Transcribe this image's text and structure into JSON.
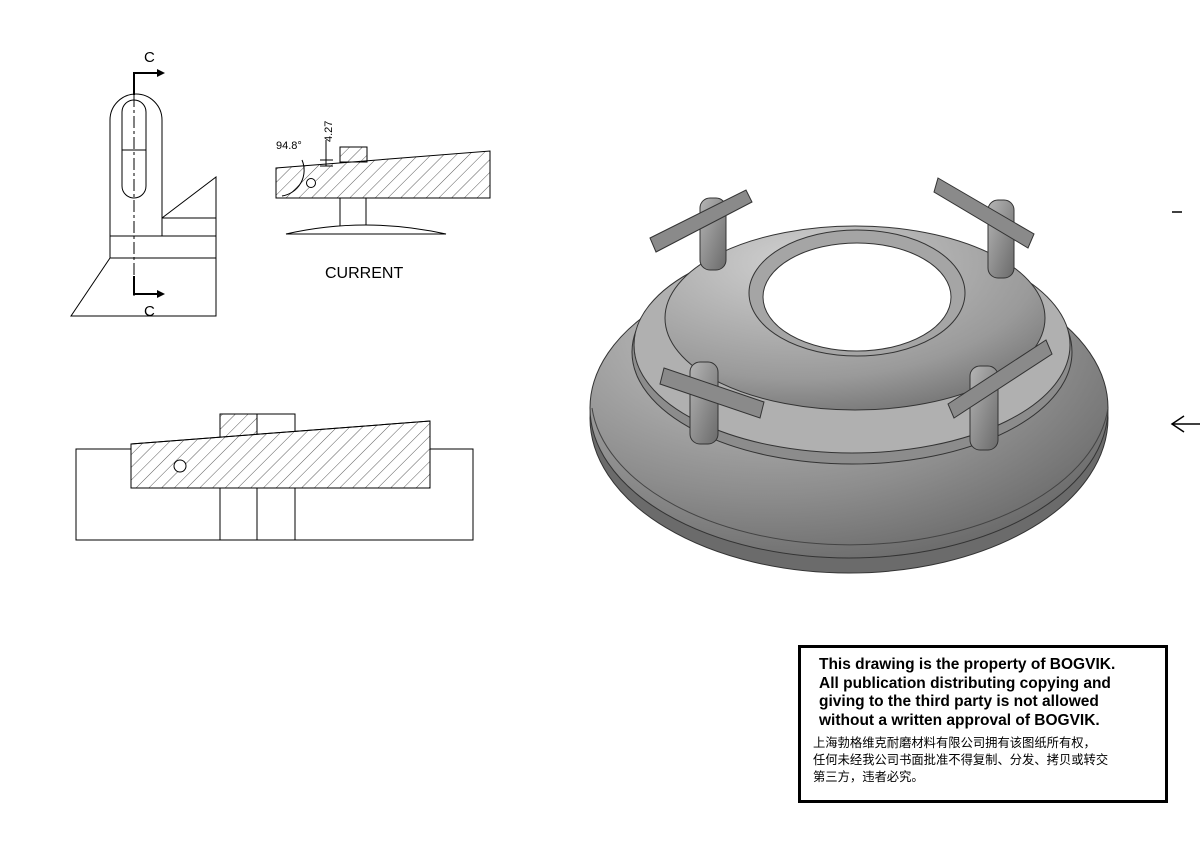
{
  "section": {
    "marker_top": "C",
    "marker_bottom": "C"
  },
  "current_view": {
    "label": "CURRENT",
    "angle_label": "94.8°",
    "dimension_label": "4.27"
  },
  "notice": {
    "english_lines": [
      "This drawing is the property of BOGVIK.",
      "All publication distributing copying and",
      "giving to the third party is not allowed",
      "without a written approval of BOGVIK."
    ],
    "chinese_lines": [
      "上海勃格维克耐磨材料有限公司拥有该图纸所有权，",
      "任何未经我公司书面批准不得复制、分发、拷贝或转交",
      "第三方，违者必究。"
    ]
  }
}
